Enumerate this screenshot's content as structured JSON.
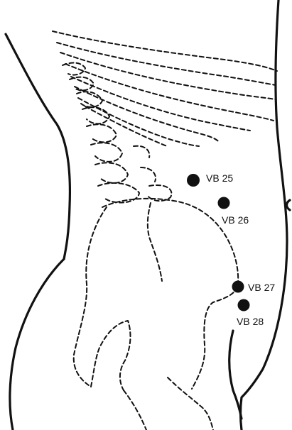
{
  "points": [
    {
      "id": "vb25",
      "label": "VB 25"
    },
    {
      "id": "vb26",
      "label": "VB 26"
    },
    {
      "id": "vb27",
      "label": "VB 27"
    },
    {
      "id": "vb28",
      "label": "VB 28"
    }
  ]
}
